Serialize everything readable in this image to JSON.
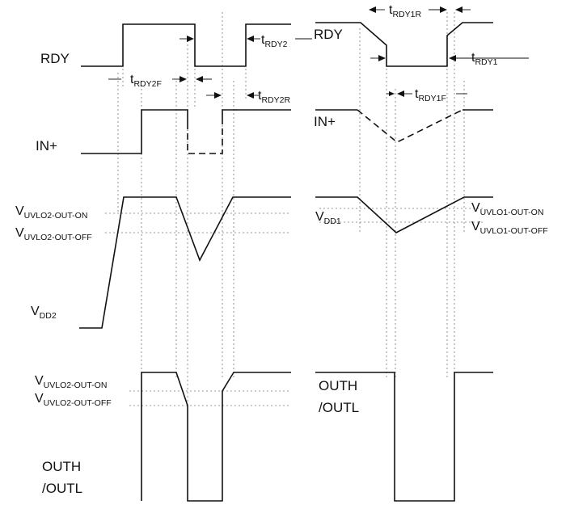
{
  "left": {
    "rdy_label": "RDY",
    "in_label": "IN+",
    "vdd_main": "V",
    "vdd_sub": "DD2",
    "uvlo_on_main": "V",
    "uvlo_on_sub": "UVLO2-OUT-ON",
    "uvlo_off_main": "V",
    "uvlo_off_sub": "UVLO2-OUT-OFF",
    "out_uvlo_on_main": "V",
    "out_uvlo_on_sub": "UVLO2-OUT-ON",
    "out_uvlo_off_main": "V",
    "out_uvlo_off_sub": "UVLO2-OUT-OFF",
    "out_label_1": "OUTH",
    "out_label_2": "/OUTL",
    "t_rdy2_main": "t",
    "t_rdy2_sub": "RDY2",
    "t_rdy2f_main": "t",
    "t_rdy2f_sub": "RDY2F",
    "t_rdy2r_main": "t",
    "t_rdy2r_sub": "RDY2R"
  },
  "right": {
    "rdy_label": "RDY",
    "in_label": "IN+",
    "vdd_main": "V",
    "vdd_sub": "DD1",
    "uvlo_on_main": "V",
    "uvlo_on_sub": "UVLO1-OUT-ON",
    "uvlo_off_main": "V",
    "uvlo_off_sub": "UVLO1-OUT-OFF",
    "out_label_1": "OUTH",
    "out_label_2": "/OUTL",
    "t_rdy1r_main": "t",
    "t_rdy1r_sub": "RDY1R",
    "t_rdy1_main": "t",
    "t_rdy1_sub": "RDY1",
    "t_rdy1f_main": "t",
    "t_rdy1f_sub": "RDY1F"
  }
}
